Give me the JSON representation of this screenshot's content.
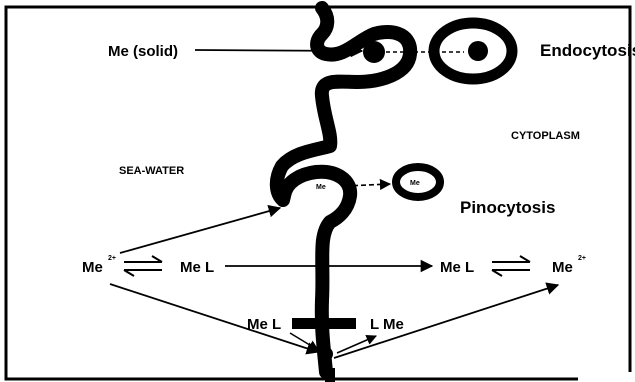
{
  "labels": {
    "me_solid": "Me (solid)",
    "endocytosis": "Endocytosis",
    "cytoplasm": "CYTOPLASM",
    "sea_water": "SEA-WATER",
    "pinocytosis": "Pinocytosis",
    "me_inner": "Me",
    "me_vesicle": "Me",
    "me_ion_left": "Me",
    "me_ion_left_charge": "2+",
    "mel_left": "Me L",
    "mel_right": "Me L",
    "me_ion_right": "Me",
    "me_ion_right_charge": "2+",
    "mel_bottom": "Me L",
    "lme_bottom": "L Me"
  },
  "colors": {
    "ink": "#000000",
    "background": "#ffffff"
  }
}
